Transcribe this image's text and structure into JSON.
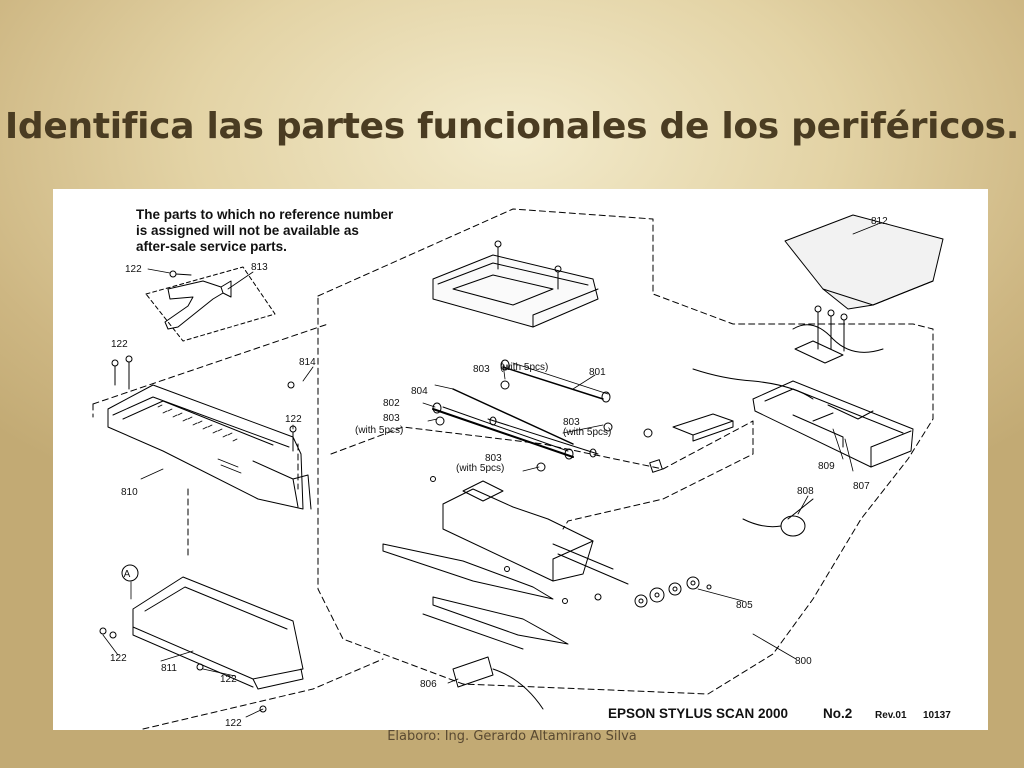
{
  "slide": {
    "title": "Identifica las partes funcionales de los periféricos.",
    "footer": "Elaboro: Ing. Gerardo Altamirano Silva"
  },
  "diagram": {
    "note_lines": [
      "The parts to which no reference number",
      "is assigned will not be available as",
      "after-sale service parts."
    ],
    "part_labels": {
      "p122_a": "122",
      "p813": "813",
      "p122_b": "122",
      "p814": "814",
      "p122_c": "122",
      "p810": "810",
      "p803_a": "803",
      "with5_a": "(with 5pcs)",
      "p801": "801",
      "p804": "804",
      "p802": "802",
      "p803_b": "803",
      "with5_b": "(with 5pcs)",
      "p803_c": "803",
      "with5_c": "(with 5pcs)",
      "p803_d": "803",
      "with5_d": "(with 5pcs)",
      "p812": "812",
      "p809": "809",
      "p807": "807",
      "p808": "808",
      "p805": "805",
      "p800": "800",
      "p806": "806",
      "marker_a": "A",
      "p122_d": "122",
      "p811": "811",
      "p122_e": "122",
      "p122_f": "122"
    },
    "footer_model": "EPSON STYLUS SCAN 2000",
    "footer_no": "No.2",
    "footer_rev": "Rev.01",
    "footer_code": "10137"
  }
}
